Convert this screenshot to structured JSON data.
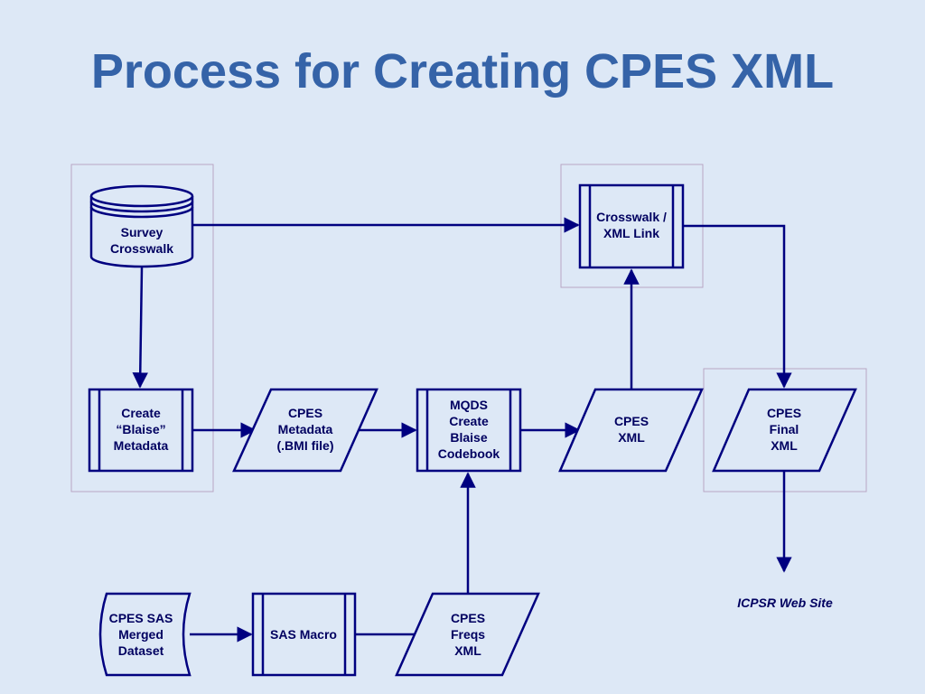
{
  "title": "Process for Creating CPES XML",
  "nodes": {
    "survey_crosswalk": [
      "Survey",
      "Crosswalk"
    ],
    "create_blaise_metadata": [
      "Create",
      "“Blaise”",
      "Metadata"
    ],
    "cpes_metadata": [
      "CPES",
      "Metadata",
      "(.BMI file)"
    ],
    "mqds_codebook": [
      "MQDS",
      "Create",
      "Blaise",
      "Codebook"
    ],
    "cpes_xml": [
      "CPES",
      "XML"
    ],
    "crosswalk_link": [
      "Crosswalk /",
      "XML Link"
    ],
    "cpes_final_xml": [
      "CPES",
      "Final",
      "XML"
    ],
    "cpes_sas_dataset": [
      "CPES SAS",
      "Merged",
      "Dataset"
    ],
    "sas_macro": [
      "SAS Macro"
    ],
    "cpes_freqs_xml": [
      "CPES",
      "Freqs",
      "XML"
    ]
  },
  "destination_label": "ICPSR Web Site",
  "colors": {
    "background": "#dde8f6",
    "title": "#3563a8",
    "stroke": "#000080",
    "group_border": "#b9a6c4"
  }
}
